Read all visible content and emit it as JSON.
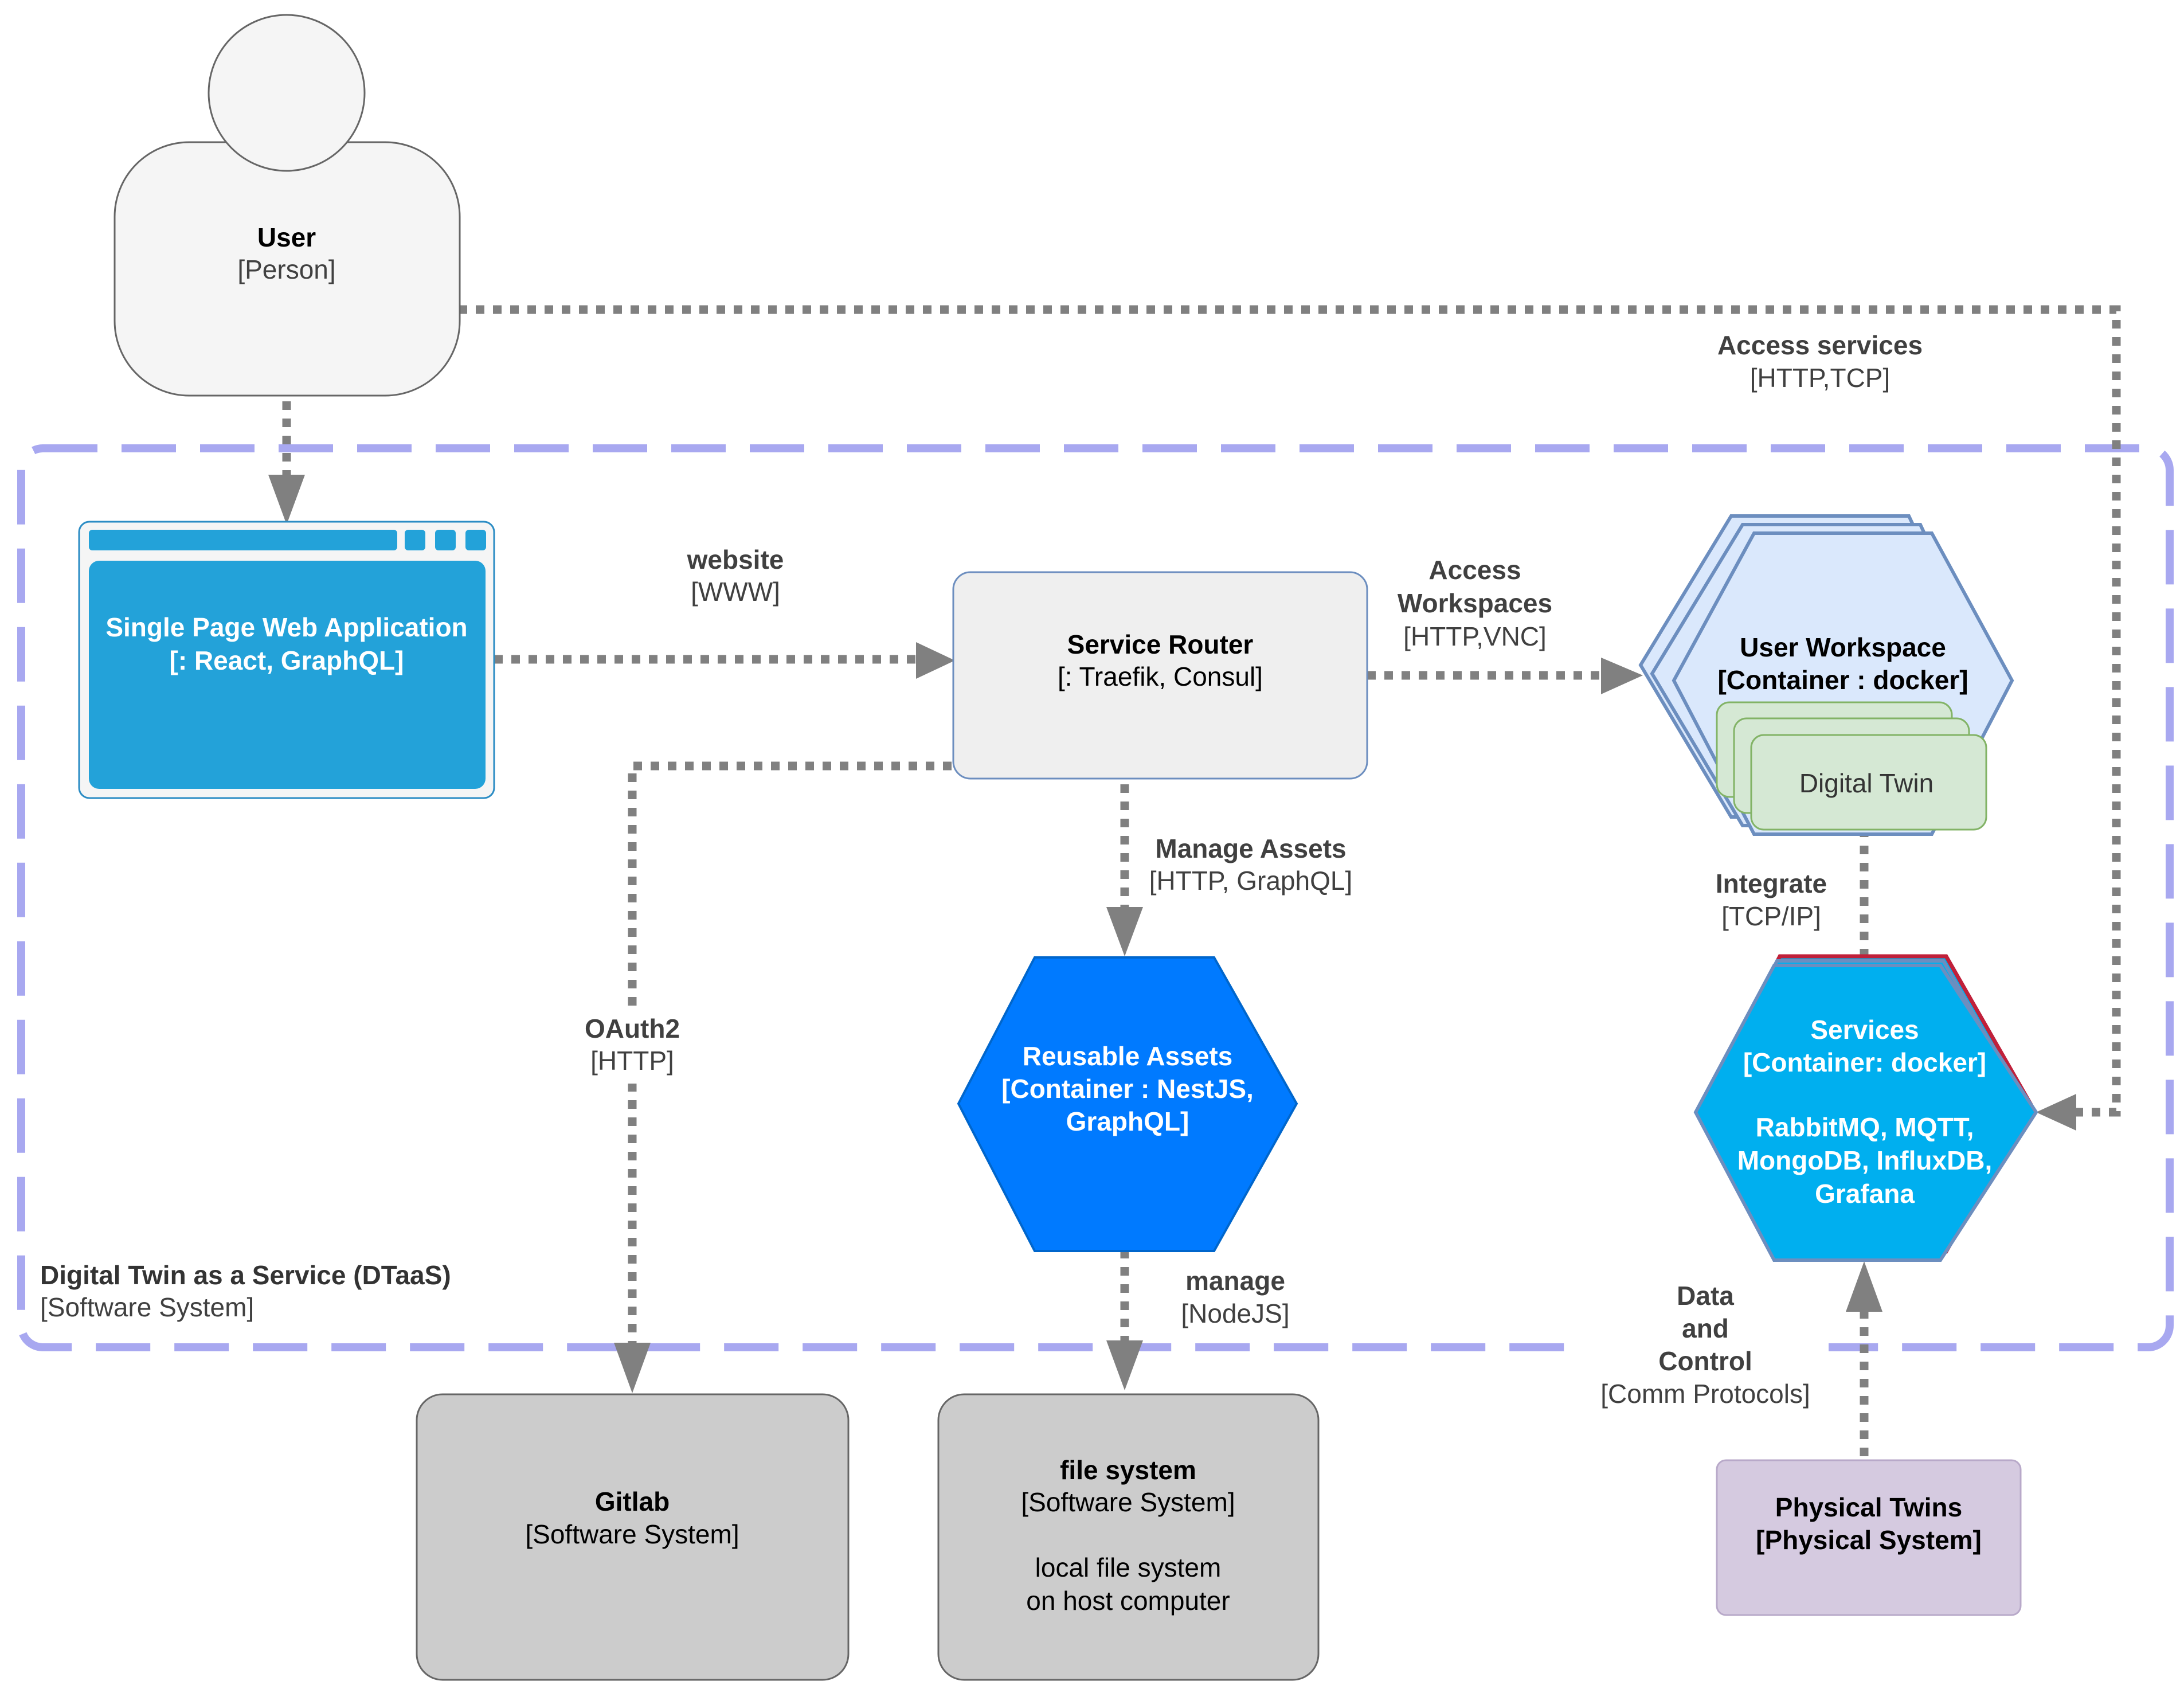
{
  "colors": {
    "boundary": "#A8A8F0",
    "edge": "#808080",
    "spa": "#23A2D9",
    "router": "#EFEFEF",
    "workspace": "#DAE8FC",
    "digital_twin": "#D5E8D4",
    "assets": "#007AFF",
    "services": "#00AFEF",
    "external": "#CCCCCC",
    "physical": "#D5CAE0"
  },
  "boundary": {
    "name": "Digital Twin as a Service (DTaaS)",
    "type": "[Software System]"
  },
  "user": {
    "name": "User",
    "type": "[Person]"
  },
  "spa": {
    "name": "Single Page Web Application",
    "tech": "[: React, GraphQL]"
  },
  "router": {
    "name": "Service Router",
    "tech": "[: Traefik, Consul]"
  },
  "workspace": {
    "name": "User Workspace",
    "tech": "[Container : docker]"
  },
  "digital_twin": {
    "name": "Digital Twin"
  },
  "assets": {
    "line1": "Reusable Assets",
    "line2": "[Container : NestJS,",
    "line3": "GraphQL]"
  },
  "services": {
    "line1": "Services",
    "line2": "[Container: docker]",
    "line3": "RabbitMQ, MQTT,",
    "line4": "MongoDB, InfluxDB,",
    "line5": "Grafana"
  },
  "gitlab": {
    "name": "Gitlab",
    "type": "[Software System]"
  },
  "filesystem": {
    "name": "file system",
    "type": "[Software System]",
    "desc1": "local file system",
    "desc2": "on host computer"
  },
  "physical": {
    "name": "Physical Twins",
    "type": "[Physical System]"
  },
  "edges": {
    "website": {
      "label": "website",
      "tech": "[WWW]"
    },
    "access_workspaces": {
      "label1": "Access",
      "label2": "Workspaces",
      "tech": "[HTTP,VNC]"
    },
    "access_services": {
      "label": "Access services",
      "tech": "[HTTP,TCP]"
    },
    "manage_assets": {
      "label": "Manage Assets",
      "tech": "[HTTP, GraphQL]"
    },
    "oauth": {
      "label": "OAuth2",
      "tech": "[HTTP]"
    },
    "manage": {
      "label": "manage",
      "tech": "[NodeJS]"
    },
    "integrate": {
      "label": "Integrate",
      "tech": "[TCP/IP]"
    },
    "data_control": {
      "label1": "Data",
      "label2": "and",
      "label3": "Control",
      "tech": "[Comm Protocols]"
    }
  }
}
